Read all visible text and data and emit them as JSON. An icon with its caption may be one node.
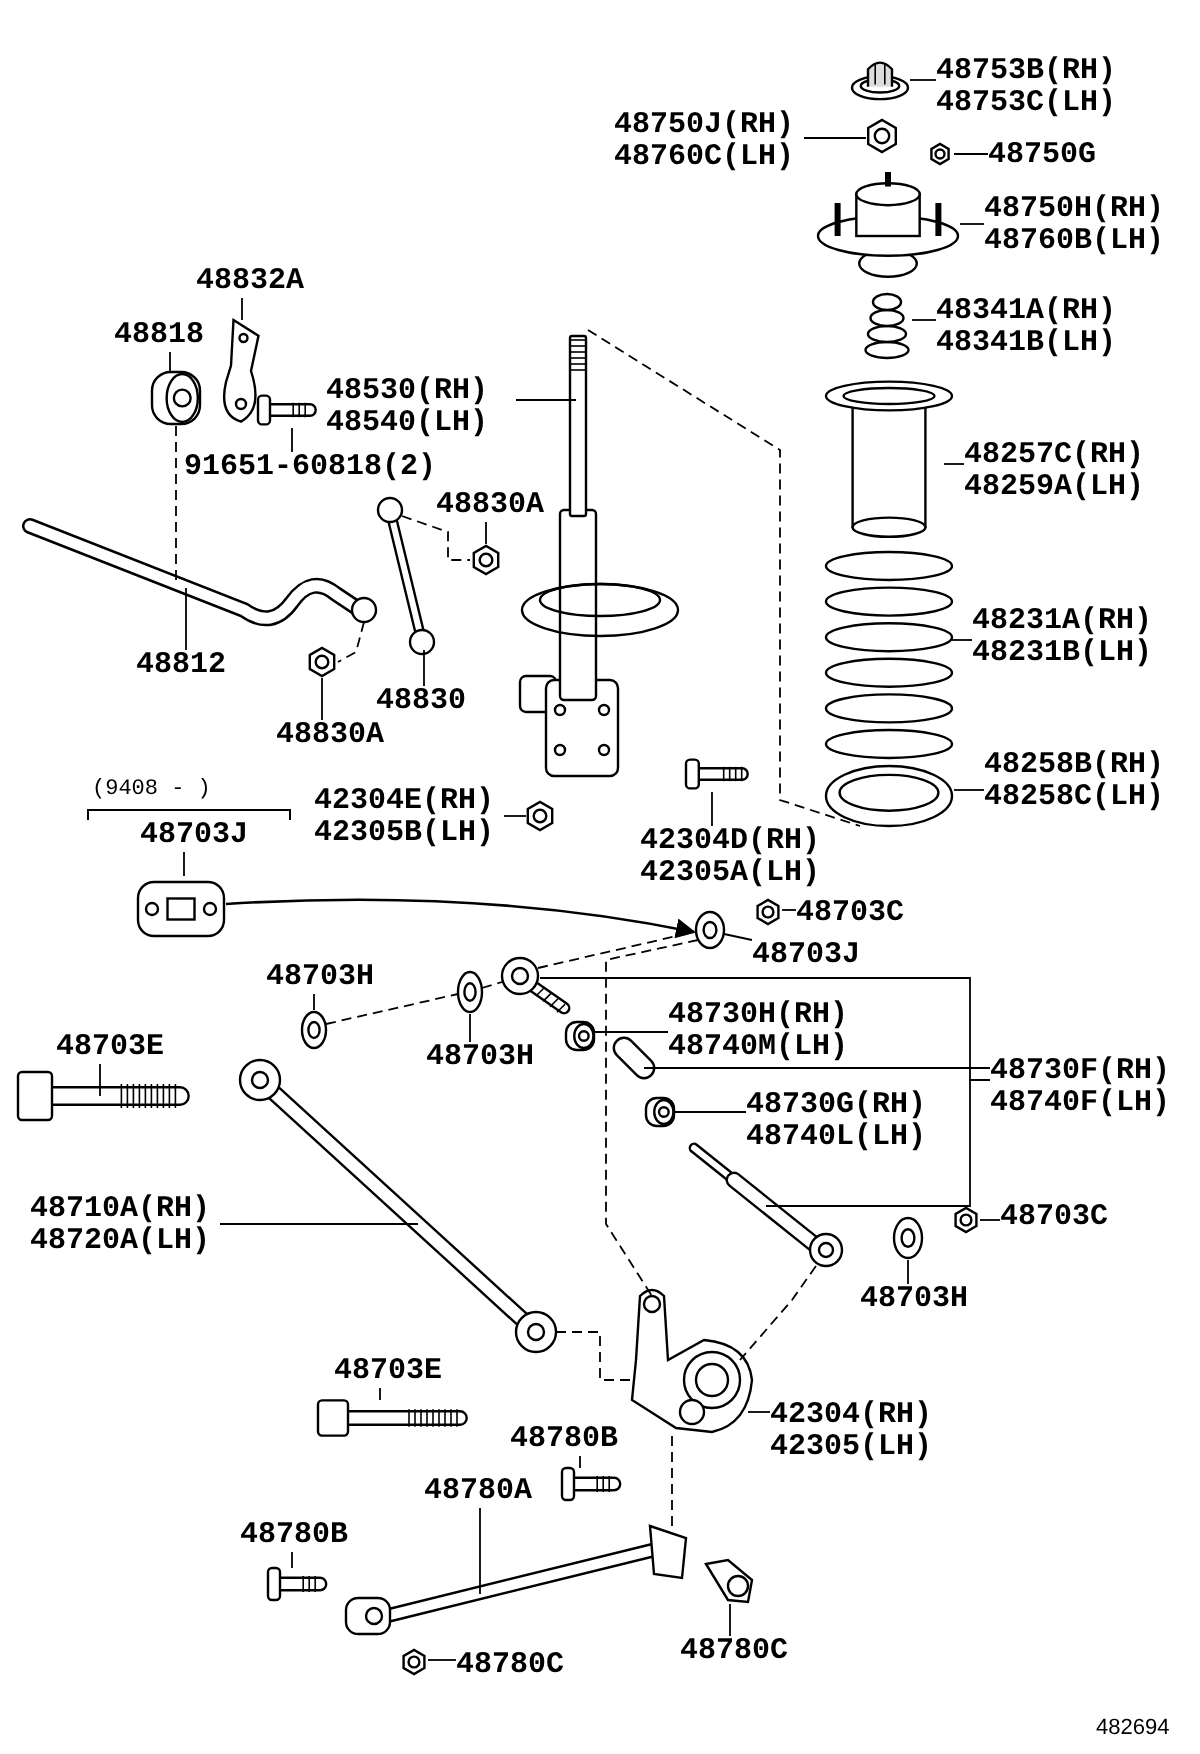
{
  "diagram": {
    "nodes": [
      {
        "text": [
          "48753B(RH) 48753C(LH)"
        ]
      },
      {
        "text": [],
        "shape": "picture"
      },
      {
        "text": [
          "48750J(RH) 48760C(LH)"
        ]
      },
      {
        "text": [],
        "shape": "picture"
      },
      {
        "text": [
          "48750G"
        ]
      },
      {
        "text": [],
        "shape": "picture"
      },
      {
        "text": [
          "48750H(RH) 48760B(LH)"
        ]
      },
      {
        "text": [],
        "shape": "picture"
      },
      {
        "text": [
          "48341A(RH) 48341B(LH)"
        ]
      },
      {
        "text": [],
        "shape": "picture"
      },
      {
        "text": [
          "48257C(RH) 48259A(LH)"
        ]
      },
      {
        "text": [],
        "shape": "picture"
      },
      {
        "text": [
          "48231A(RH) 48231B(LH)"
        ]
      },
      {
        "text": [],
        "shape": "picture"
      },
      {
        "text": [
          "48258B(RH) 48258C(LH)"
        ]
      },
      {
        "text": [],
        "shape": "picture"
      },
      {
        "text": [
          "48832A"
        ]
      },
      {
        "text": [],
        "shape": "picture"
      },
      {
        "text": [
          "48818"
        ]
      },
      {
        "text": [],
        "shape": "picture"
      },
      {
        "text": [
          "91651-60818(2)"
        ]
      },
      {
        "text": [],
        "shape": "picture"
      },
      {
        "text": [
          "48530(RH) 48540(LH)"
        ]
      },
      {
        "text": [],
        "shape": "picture"
      },
      {
        "text": [
          "48830A"
        ]
      },
      {
        "text": [],
        "shape": "picture"
      },
      {
        "text": [
          "48812"
        ]
      },
      {
        "text": [],
        "shape": "picture"
      },
      {
        "text": [
          "48830"
        ]
      },
      {
        "text": [],
        "shape": "picture"
      },
      {
        "text": [
          "48830A"
        ]
      },
      {
        "text": [],
        "shape": "picture"
      },
      {
        "text": [
          "42304E(RH) 42305B(LH)"
        ]
      },
      {
        "text": [],
        "shape": "picture"
      },
      {
        "text": [
          "42304D(RH) 42305A(LH)"
        ]
      },
      {
        "text": [],
        "shape": "picture"
      },
      {
        "text": [
          "48703J"
        ]
      },
      {
        "text": [],
        "shape": "picture"
      },
      {
        "text": [
          "48703C"
        ]
      },
      {
        "text": [],
        "shape": "picture"
      },
      {
        "text": [
          "48703J"
        ]
      },
      {
        "text": [],
        "shape": "picture"
      },
      {
        "text": [
          "48703H"
        ]
      },
      {
        "text": [],
        "shape": "picture"
      },
      {
        "text": [
          "48703H"
        ]
      },
      {
        "text": [],
        "shape": "picture"
      },
      {
        "text": [
          "48703E"
        ]
      },
      {
        "text": [],
        "shape": "picture"
      },
      {
        "text": [
          "48730H(RH) 48740M(LH)"
        ]
      },
      {
        "text": [],
        "shape": "picture"
      },
      {
        "text": [
          "48730G(RH) 48740L(LH)"
        ]
      },
      {
        "text": [],
        "shape": "picture"
      },
      {
        "text": [
          "48730F(RH) 48740F(LH)"
        ]
      },
      {
        "text": [],
        "shape": "picture"
      },
      {
        "text": [],
        "shape": "picture"
      },
      {
        "text": [],
        "shape": "picture"
      },
      {
        "text": [
          "48710A(RH) 48720A(LH)"
        ]
      },
      {
        "text": [],
        "shape": "picture"
      },
      {
        "text": [
          "48703E"
        ]
      },
      {
        "text": [],
        "shape": "picture"
      },
      {
        "text": [
          "48703C"
        ]
      },
      {
        "text": [],
        "shape": "picture"
      },
      {
        "text": [
          "48703H"
        ]
      },
      {
        "text": [],
        "shape": "picture"
      },
      {
        "text": [
          "42304(RH) 42305(LH)"
        ]
      },
      {
        "text": [],
        "shape": "picture"
      },
      {
        "text": [
          "48780B"
        ]
      },
      {
        "text": [],
        "shape": "picture"
      },
      {
        "text": [
          "48780B"
        ]
      },
      {
        "text": [],
        "shape": "picture"
      },
      {
        "text": [
          "48780A"
        ]
      },
      {
        "text": [],
        "shape": "picture"
      },
      {
        "text": [
          "48780C"
        ]
      },
      {
        "text": [],
        "shape": "picture"
      },
      {
        "text": [
          "48780C"
        ]
      },
      {
        "text": [],
        "shape": "picture"
      }
    ],
    "edges": [
      {
        "from": 0,
        "to": 1,
        "arrow": "none"
      },
      {
        "from": 2,
        "to": 3,
        "arrow": "none"
      },
      {
        "from": 4,
        "to": 5,
        "arrow": "none"
      },
      {
        "from": 6,
        "to": 7,
        "arrow": "none"
      },
      {
        "from": 8,
        "to": 9,
        "arrow": "none"
      },
      {
        "from": 10,
        "to": 11,
        "arrow": "none"
      },
      {
        "from": 12,
        "to": 13,
        "arrow": "none"
      },
      {
        "from": 14,
        "to": 15,
        "arrow": "none"
      },
      {
        "from": 16,
        "to": 17,
        "arrow": "none"
      },
      {
        "from": 18,
        "to": 19,
        "arrow": "none"
      },
      {
        "from": 20,
        "to": 21,
        "arrow": "none"
      },
      {
        "from": 22,
        "to": 23,
        "arrow": "none"
      },
      {
        "from": 24,
        "to": 25,
        "arrow": "none"
      },
      {
        "from": 26,
        "to": 27,
        "arrow": "none"
      },
      {
        "from": 28,
        "to": 29,
        "arrow": "none"
      },
      {
        "from": 30,
        "to": 31,
        "arrow": "none"
      },
      {
        "from": 32,
        "to": 33,
        "arrow": "none"
      },
      {
        "from": 34,
        "to": 35,
        "arrow": "none"
      },
      {
        "from": 36,
        "to": 37,
        "arrow": "none"
      },
      {
        "from": 38,
        "to": 39,
        "arrow": "none"
      },
      {
        "from": 40,
        "to": 41,
        "arrow": "none"
      },
      {
        "from": 42,
        "to": 43,
        "arrow": "none"
      },
      {
        "from": 44,
        "to": 45,
        "arrow": "none"
      },
      {
        "from": 46,
        "to": 47,
        "arrow": "none"
      },
      {
        "from": 48,
        "to": 49,
        "arrow": "none"
      },
      {
        "from": 50,
        "to": 51,
        "arrow": "none"
      },
      {
        "from": 52,
        "to": 53,
        "arrow": "none"
      },
      {
        "from": 52,
        "to": 54,
        "arrow": "none"
      },
      {
        "from": 52,
        "to": 55,
        "arrow": "none"
      },
      {
        "from": 56,
        "to": 57,
        "arrow": "none"
      },
      {
        "from": 58,
        "to": 59,
        "arrow": "none"
      },
      {
        "from": 60,
        "to": 61,
        "arrow": "none"
      },
      {
        "from": 62,
        "to": 63,
        "arrow": "none"
      },
      {
        "from": 64,
        "to": 65,
        "arrow": "none"
      },
      {
        "from": 66,
        "to": 67,
        "arrow": "none"
      },
      {
        "from": 68,
        "to": 69,
        "arrow": "none"
      },
      {
        "from": 70,
        "to": 71,
        "arrow": "none"
      },
      {
        "from": 72,
        "to": 73,
        "arrow": "none"
      },
      {
        "from": 74,
        "to": 75,
        "arrow": "none"
      },
      {
        "from": 37,
        "to": 41,
        "arrow": "to"
      },
      {
        "from": 19,
        "to": 27,
        "arrow": "none",
        "style": "dashed"
      },
      {
        "from": 29,
        "to": 25,
        "arrow": "none",
        "style": "dashed"
      },
      {
        "from": 27,
        "to": 31,
        "arrow": "none",
        "style": "dashed"
      },
      {
        "from": 23,
        "to": 15,
        "arrow": "none",
        "style": "dashed"
      },
      {
        "from": 43,
        "to": 45,
        "arrow": "none",
        "style": "dashed"
      },
      {
        "from": 45,
        "to": 53,
        "arrow": "none",
        "style": "dashed"
      },
      {
        "from": 53,
        "to": 41,
        "arrow": "none",
        "style": "dashed"
      },
      {
        "from": 41,
        "to": 65,
        "arrow": "none",
        "style": "dashed"
      },
      {
        "from": 57,
        "to": 65,
        "arrow": "none",
        "style": "dashed"
      },
      {
        "from": 55,
        "to": 65,
        "arrow": "none",
        "style": "dashed"
      },
      {
        "from": 65,
        "to": 71,
        "arrow": "none",
        "style": "dashed"
      }
    ],
    "labels": [
      "(9408 - )",
      "482694"
    ]
  }
}
